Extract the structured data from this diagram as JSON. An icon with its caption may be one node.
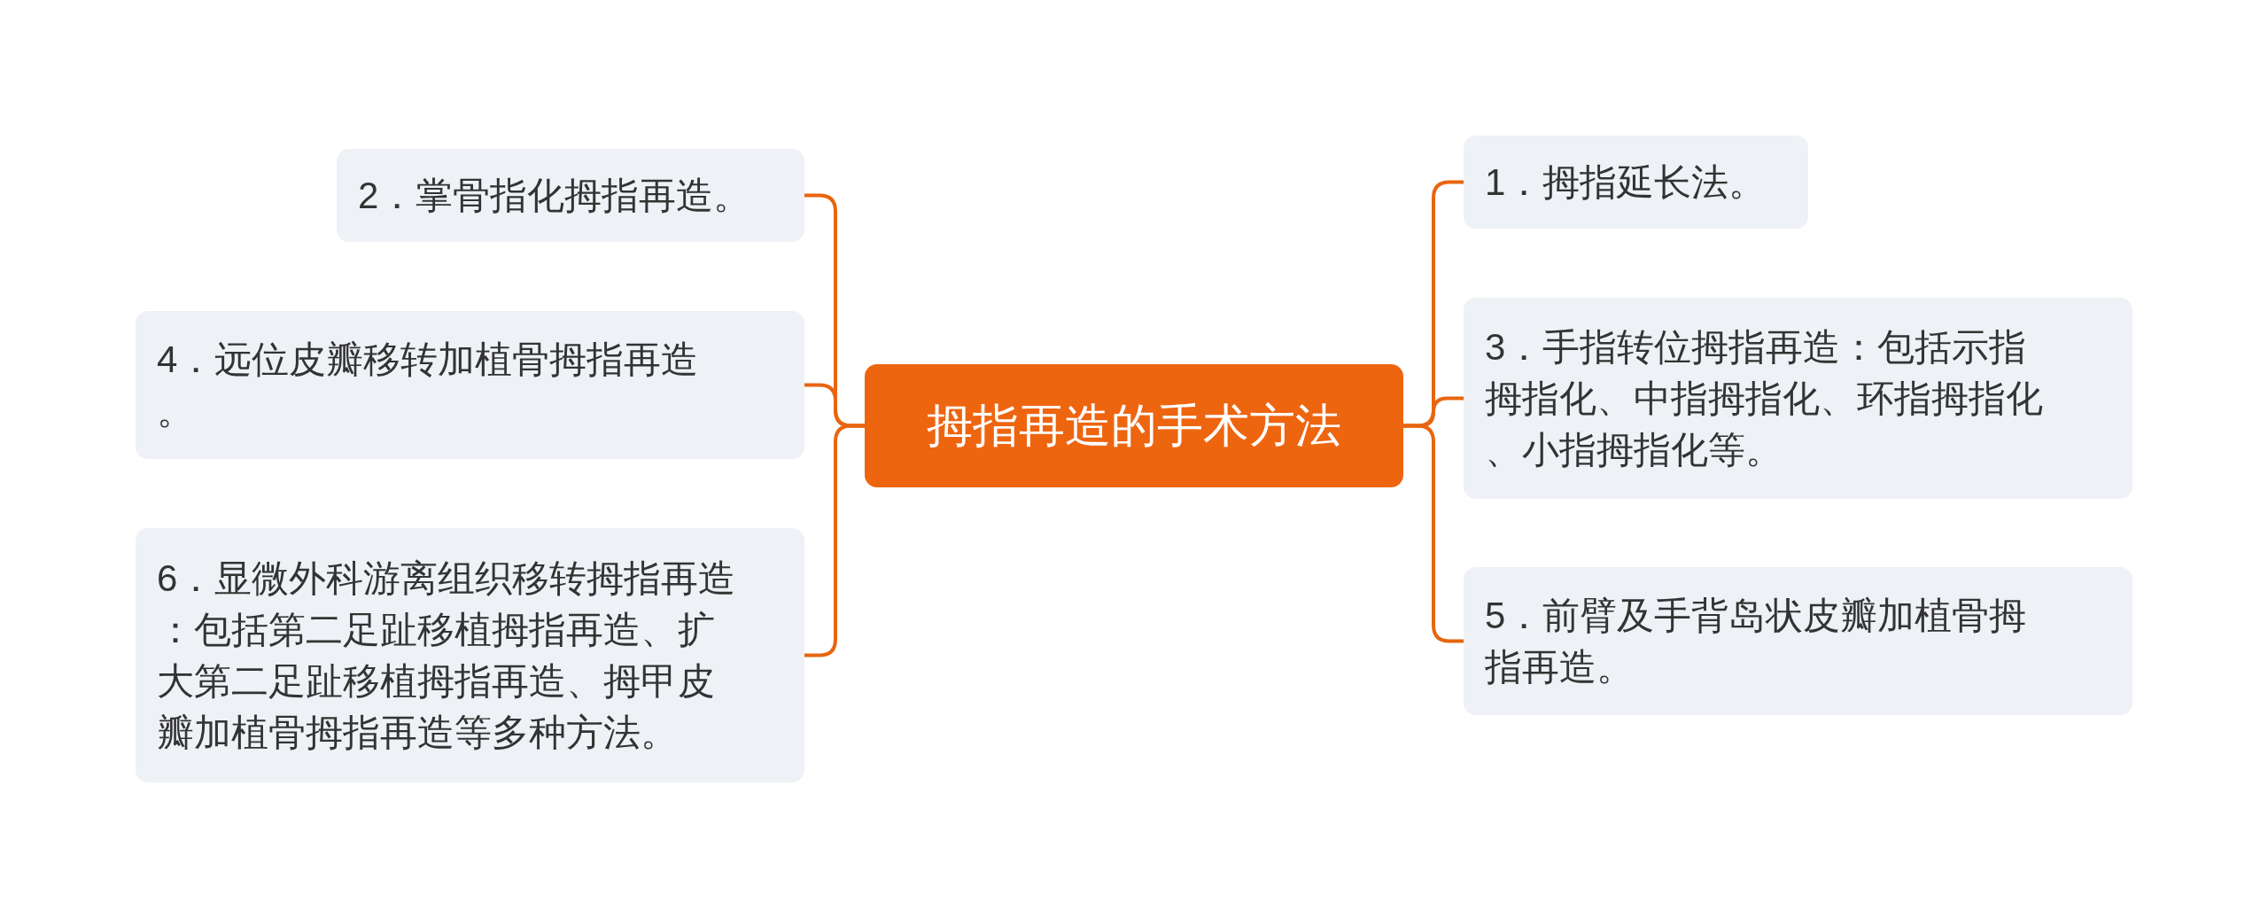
{
  "diagram": {
    "nodes": [
      {
        "text": [
          "拇指再造的手术方法"
        ]
      },
      {
        "text": [
          "1．拇指延长法。"
        ]
      },
      {
        "text": [
          "2．掌骨指化拇指再造。"
        ]
      },
      {
        "text": [
          "3．手指转位拇指再造：包括示指拇指化、中指拇指化、环指拇指化、小指拇指化等。"
        ]
      },
      {
        "text": [
          "4．远位皮瓣移转加植骨拇指再造。"
        ]
      },
      {
        "text": [
          "5．前臂及手背岛状皮瓣加植骨拇指再造。"
        ]
      },
      {
        "text": [
          "6．显微外科游离组织移转拇指再造：包括第二足趾移植拇指再造、扩大第二足趾移植拇指再造、拇甲皮瓣加植骨拇指再造等多种方法。"
        ]
      }
    ],
    "edges": [
      {
        "from": 0,
        "to": 1,
        "arrow": "none"
      },
      {
        "from": 0,
        "to": 2,
        "arrow": "none"
      },
      {
        "from": 0,
        "to": 3,
        "arrow": "none"
      },
      {
        "from": 0,
        "to": 4,
        "arrow": "none"
      },
      {
        "from": 0,
        "to": 5,
        "arrow": "none"
      },
      {
        "from": 0,
        "to": 6,
        "arrow": "none"
      }
    ]
  }
}
